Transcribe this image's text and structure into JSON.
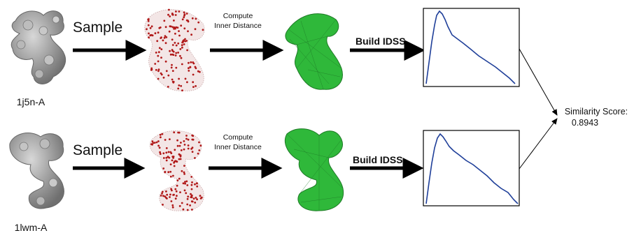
{
  "rows": [
    {
      "protein_label": "1j5n-A",
      "sample_label": "Sample",
      "compute_line1": "Compute",
      "compute_line2": "Inner Distance",
      "build_label": "Build IDSS",
      "curve_color": "#1f3f99"
    },
    {
      "protein_label": "1lwm-A",
      "sample_label": "Sample",
      "compute_line1": "Compute",
      "compute_line2": "Inner Distance",
      "build_label": "Build IDSS",
      "curve_color": "#1f3f99"
    }
  ],
  "result": {
    "line1": "Similarity Score:",
    "line2": "0.8943"
  },
  "colors": {
    "protein_surface": "#9a9a9a",
    "sample_dot": "#b01818",
    "mesh_fill": "#2fb83a",
    "arrow": "#000000"
  }
}
